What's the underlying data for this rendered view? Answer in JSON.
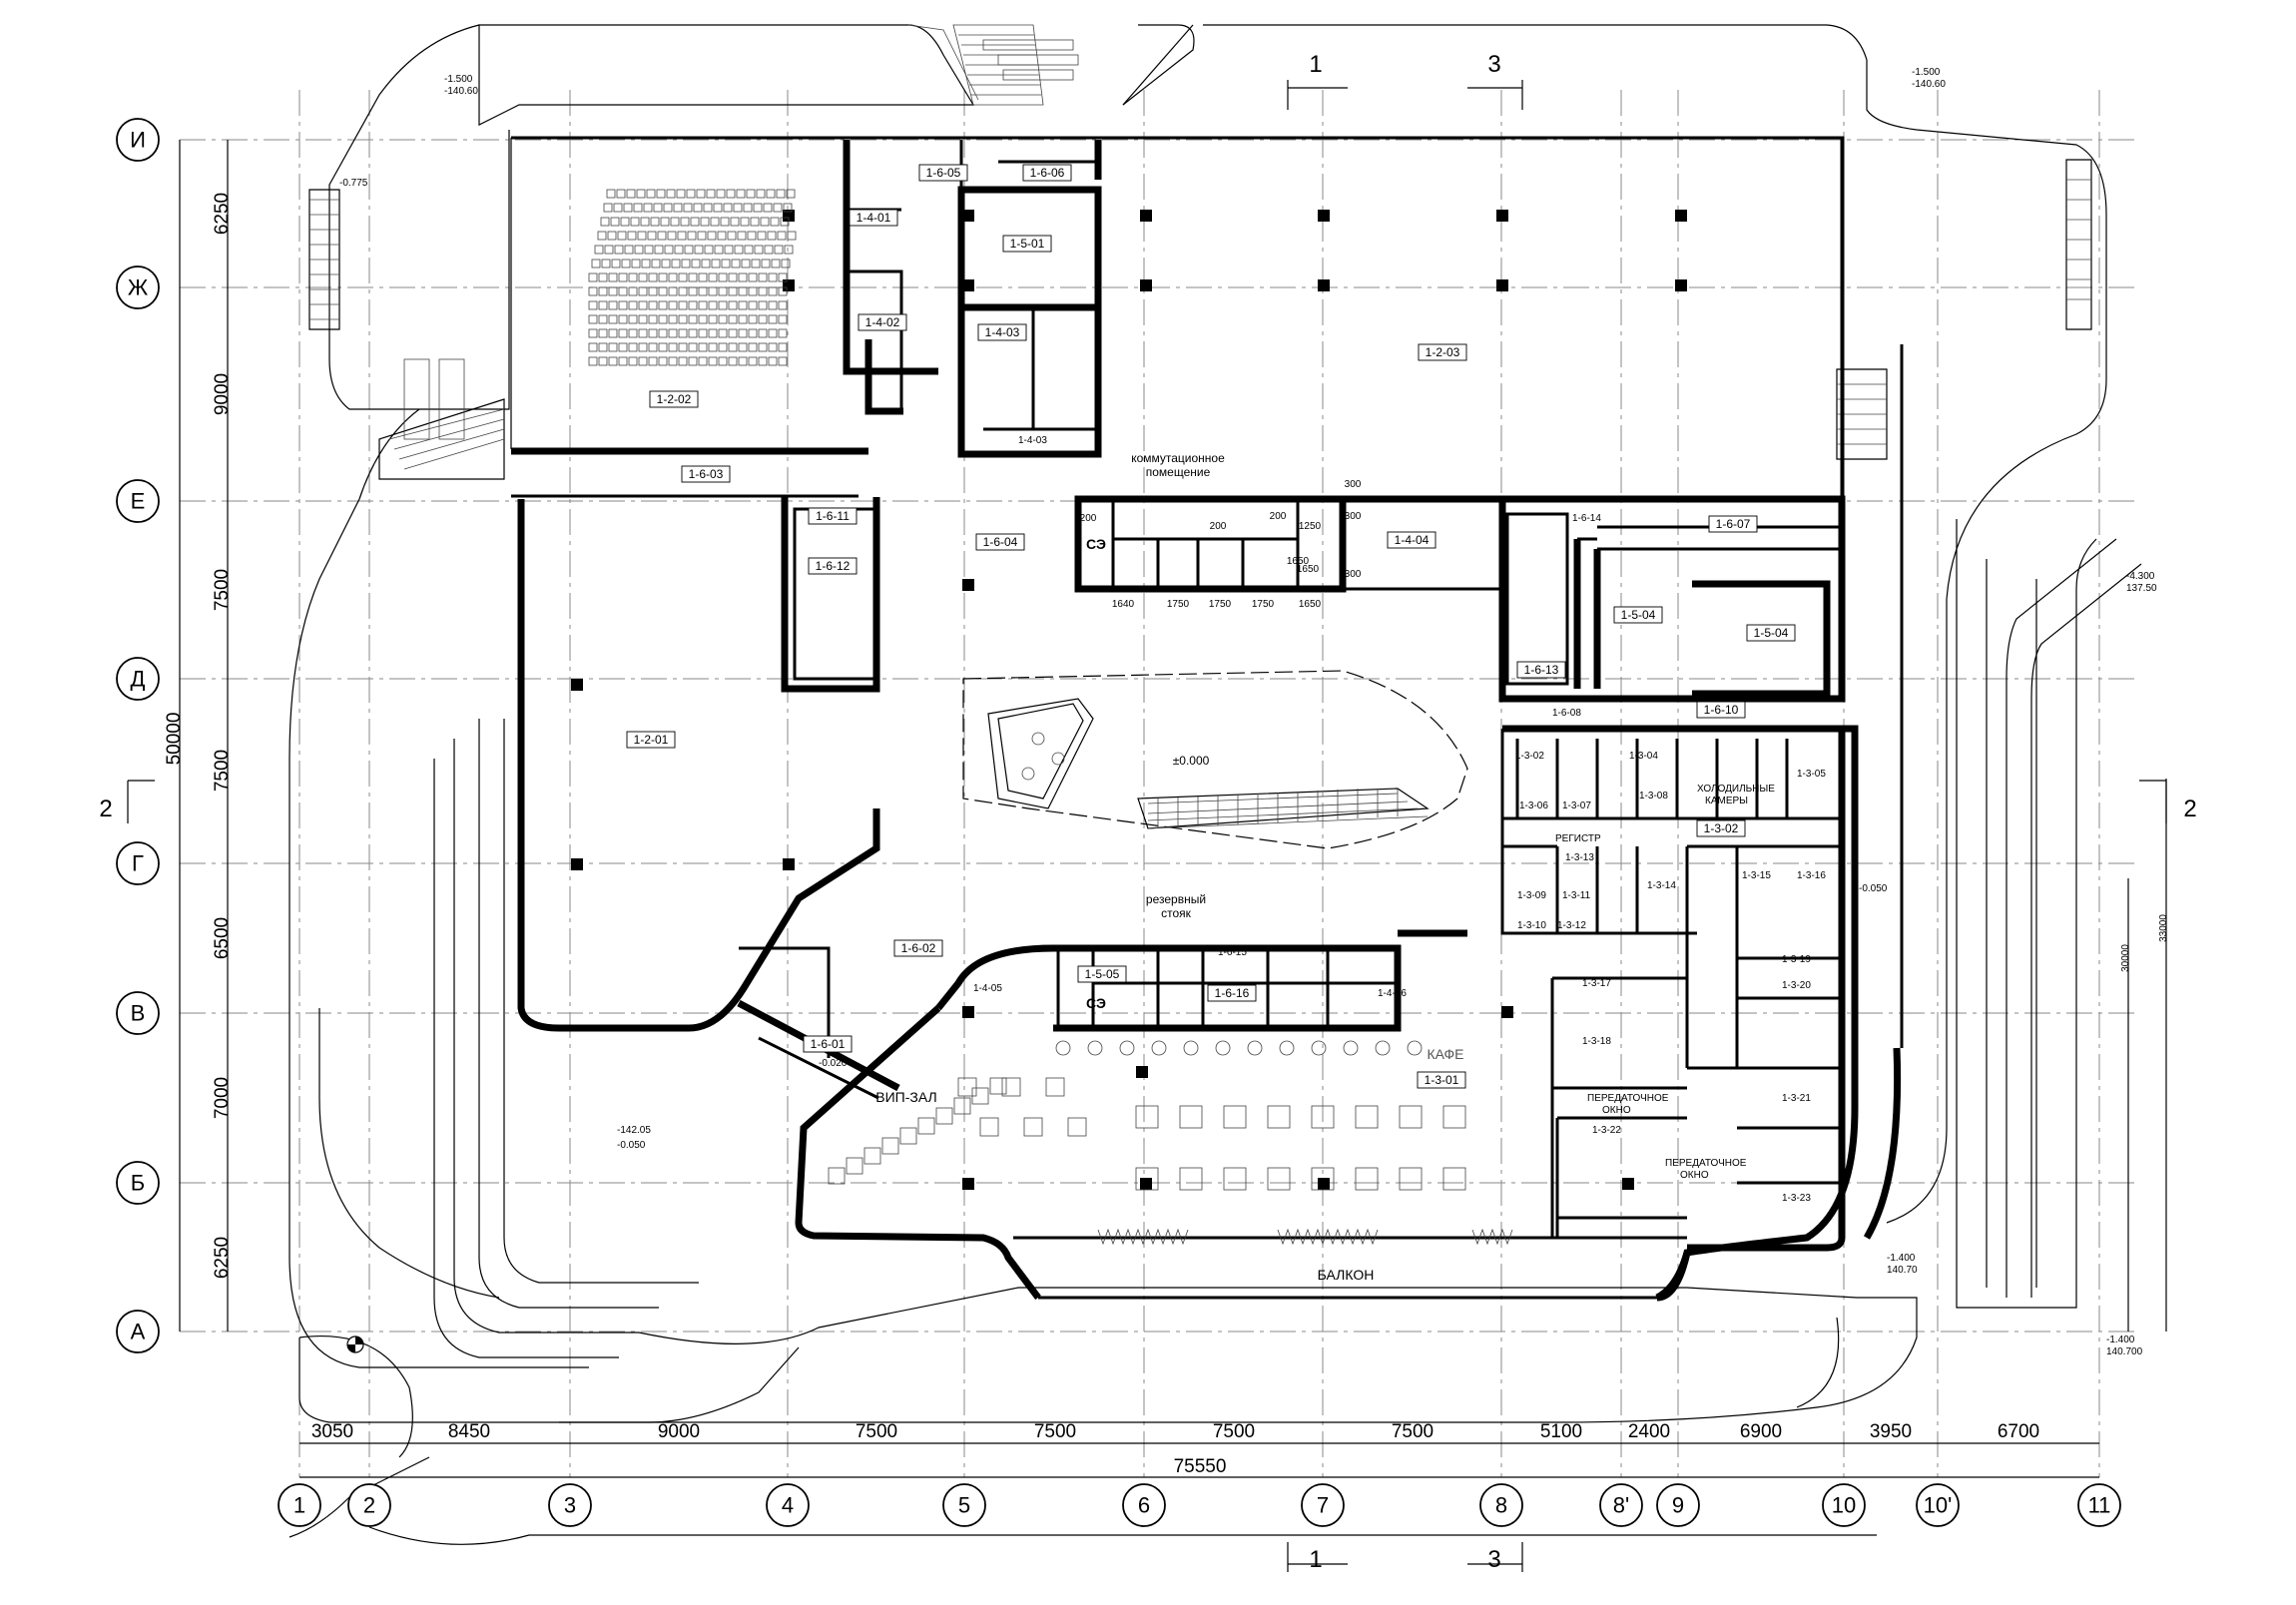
{
  "grid_axes": {
    "columns": [
      "1",
      "2",
      "3",
      "4",
      "5",
      "6",
      "7",
      "8",
      "8'",
      "9",
      "10",
      "10'",
      "11"
    ],
    "rows": [
      "И",
      "Ж",
      "Е",
      "Д",
      "Г",
      "В",
      "Б",
      "А"
    ]
  },
  "dimensions": {
    "bottom": [
      "3050",
      "8450",
      "9000",
      "7500",
      "7500",
      "7500",
      "7500",
      "5100",
      "2400",
      "6900",
      "3950",
      "6700"
    ],
    "bottom_total": "75550",
    "left": [
      "6250",
      "9000",
      "7500",
      "7500",
      "6500",
      "7000",
      "6250"
    ],
    "left_total": "50000",
    "right_total": "33000",
    "right_sub": "30000",
    "stair_dims": [
      "1640",
      "1750",
      "1750",
      "1750",
      "1650"
    ],
    "shaft_dims": [
      "200",
      "200",
      "200",
      "1250",
      "1650",
      "1650",
      "300",
      "300",
      "300"
    ]
  },
  "section_marks": {
    "top": [
      "1",
      "3"
    ],
    "bottom": [
      "1",
      "3"
    ],
    "left": "2",
    "right": "2"
  },
  "rooms": [
    "1-2-01",
    "1-2-02",
    "1-2-03",
    "1-3-01",
    "1-3-02",
    "1-4-01",
    "1-4-02",
    "1-4-03",
    "1-4-04",
    "1-5-01",
    "1-5-04",
    "1-5-04",
    "1-5-05",
    "1-6-01",
    "1-6-02",
    "1-6-03",
    "1-6-04",
    "1-6-05",
    "1-6-06",
    "1-6-07",
    "1-6-10",
    "1-6-11",
    "1-6-12",
    "1-6-13",
    "1-6-16"
  ],
  "small_rooms": [
    "1-6-14",
    "1-6-08",
    "1-3-02",
    "1-3-04",
    "1-3-05",
    "1-3-06",
    "1-3-07",
    "1-3-08",
    "1-3-09",
    "1-3-10",
    "1-3-11",
    "1-3-12",
    "1-3-13",
    "1-3-14",
    "1-3-15",
    "1-3-16",
    "1-3-17",
    "1-3-18",
    "1-3-19",
    "1-3-20",
    "1-3-21",
    "1-3-22",
    "1-3-23",
    "1-4-05",
    "1-4-06",
    "1-6-15",
    "1-4-03"
  ],
  "labels": {
    "switch_room": [
      "коммутационное",
      "помещение"
    ],
    "reserve_riser": [
      "резервный",
      "стояк"
    ],
    "se_1": "СЭ",
    "se_2": "СЭ",
    "registrar": "РЕГИСТР",
    "cold_rooms": [
      "ХОЛОДИЛЬНЫЕ",
      "КАМЕРЫ"
    ],
    "transfer_window_1": [
      "ПЕРЕДАТОЧНОЕ",
      "ОКНО"
    ],
    "transfer_window_2": [
      "ПЕРЕДАТОЧНОЕ",
      "ОКНО"
    ],
    "cafe": "КАФЕ",
    "vip_hall": "ВИП-ЗАЛ",
    "balcony": "БАЛКОН",
    "zero_level": "±0.000"
  },
  "levels": {
    "top_left": [
      "-1.500",
      "-140.60"
    ],
    "top_right": [
      "-1.500",
      "-140.60"
    ],
    "left_stair": "-0.775",
    "right_cafe": "-0.050",
    "right_ramp": [
      "-4.300",
      "137.50"
    ],
    "balcony_right": [
      "-1.400",
      "140.70"
    ],
    "bottom_right": [
      "-1.400",
      "140.700"
    ],
    "lobby_entrance": "-0.020",
    "terrace": [
      "-142.05",
      "-0.050"
    ]
  }
}
